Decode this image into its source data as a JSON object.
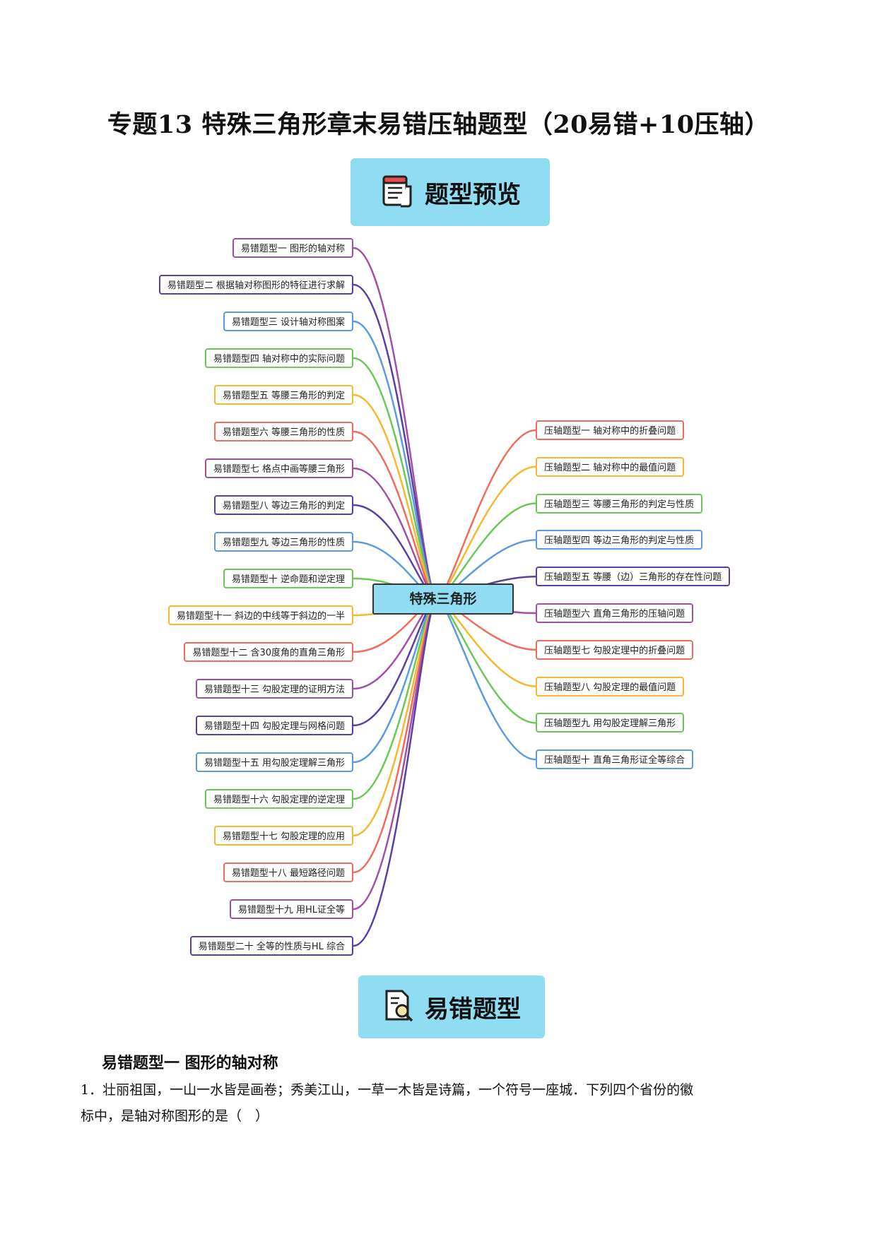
{
  "title": "专题13 特殊三角形章末易错压轴题型（20易错+10压轴）",
  "banner_top": {
    "label": "题型预览",
    "icon": "document-icon"
  },
  "mindmap": {
    "center": "特殊三角形",
    "left_nodes": [
      "易错题型一 图形的轴对称",
      "易错题型二 根据轴对称图形的特征进行求解",
      "易错题型三 设计轴对称图案",
      "易错题型四 轴对称中的实际问题",
      "易错题型五 等腰三角形的判定",
      "易错题型六 等腰三角形的性质",
      "易错题型七 格点中画等腰三角形",
      "易错题型八 等边三角形的判定",
      "易错题型九 等边三角形的性质",
      "易错题型十 逆命题和逆定理",
      "易错题型十一 斜边的中线等于斜边的一半",
      "易错题型十二 含30度角的直角三角形",
      "易错题型十三 勾股定理的证明方法",
      "易错题型十四 勾股定理与网格问题",
      "易错题型十五 用勾股定理解三角形",
      "易错题型十六 勾股定理的逆定理",
      "易错题型十七 勾股定理的应用",
      "易错题型十八 最短路径问题",
      "易错题型十九 用HL证全等",
      "易错题型二十 全等的性质与HL 综合"
    ],
    "right_nodes": [
      "压轴题型一 轴对称中的折叠问题",
      "压轴题型二 轴对称中的最值问题",
      "压轴题型三 等腰三角形的判定与性质",
      "压轴题型四 等边三角形的判定与性质",
      "压轴题型五 等腰（边）三角形的存在性问题",
      "压轴题型六 直角三角形的压轴问题",
      "压轴题型七 勾股定理中的折叠问题",
      "压轴题型八 勾股定理的最值问题",
      "压轴题型九 用勾股定理解三角形",
      "压轴题型十 直角三角形证全等综合"
    ],
    "left_colors": [
      "#a24fa7",
      "#5b3fa6",
      "#5b9be0",
      "#6cc856",
      "#f5b82e",
      "#f26b5b",
      "#a24fa7",
      "#5b3fa6",
      "#5b9be0",
      "#6cc856",
      "#f5b82e",
      "#f26b5b",
      "#a24fa7",
      "#5b3fa6",
      "#5b9be0",
      "#6cc856",
      "#f5b82e",
      "#f26b5b",
      "#a24fa7",
      "#5b3fa6"
    ],
    "right_colors": [
      "#f26b5b",
      "#f5b82e",
      "#6cc856",
      "#5b9be0",
      "#5b3fa6",
      "#a24fa7",
      "#f26b5b",
      "#f5b82e",
      "#6cc856",
      "#5b9be0"
    ]
  },
  "banner_bottom": {
    "label": "易错题型",
    "icon": "magnifier-document-icon"
  },
  "section": {
    "heading": "易错题型一  图形的轴对称",
    "question_line1": "1．壮丽祖国，一山一水皆是画卷；秀美江山，一草一木皆是诗篇，一个符号一座城．下列四个省份的徽",
    "question_line2": "标中，是轴对称图形的是（　）"
  }
}
